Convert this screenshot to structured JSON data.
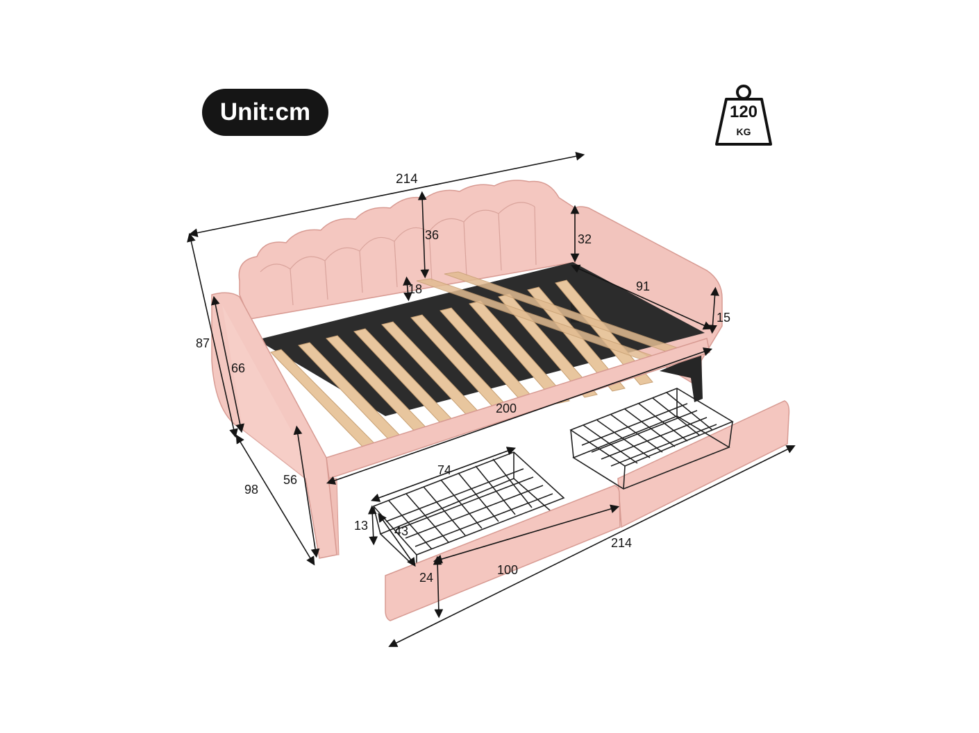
{
  "unit_label": "Unit:cm",
  "weight": {
    "value": "120",
    "unit": "KG",
    "icon": "weight-icon"
  },
  "colors": {
    "upholstery": "#f2c4bd",
    "upholstery_edge": "#d79a92",
    "slat": "#e6c49c",
    "frame": "#2c2c2c",
    "basket": "#1e1e1e"
  },
  "dimensions": {
    "total_length": "214",
    "headboard_scallop_height": "36",
    "side_panel_top": "32",
    "rail_height": "18",
    "inner_width": "91",
    "side_rail": "15",
    "total_height": "87",
    "arm_height": "66",
    "slat_length": "200",
    "total_depth": "98",
    "front_arm_height": "56",
    "basket_width": "74",
    "basket_height": "13",
    "basket_depth": "43",
    "drawer_front_height": "24",
    "drawer_length": "100",
    "drawer_total_length": "214"
  }
}
